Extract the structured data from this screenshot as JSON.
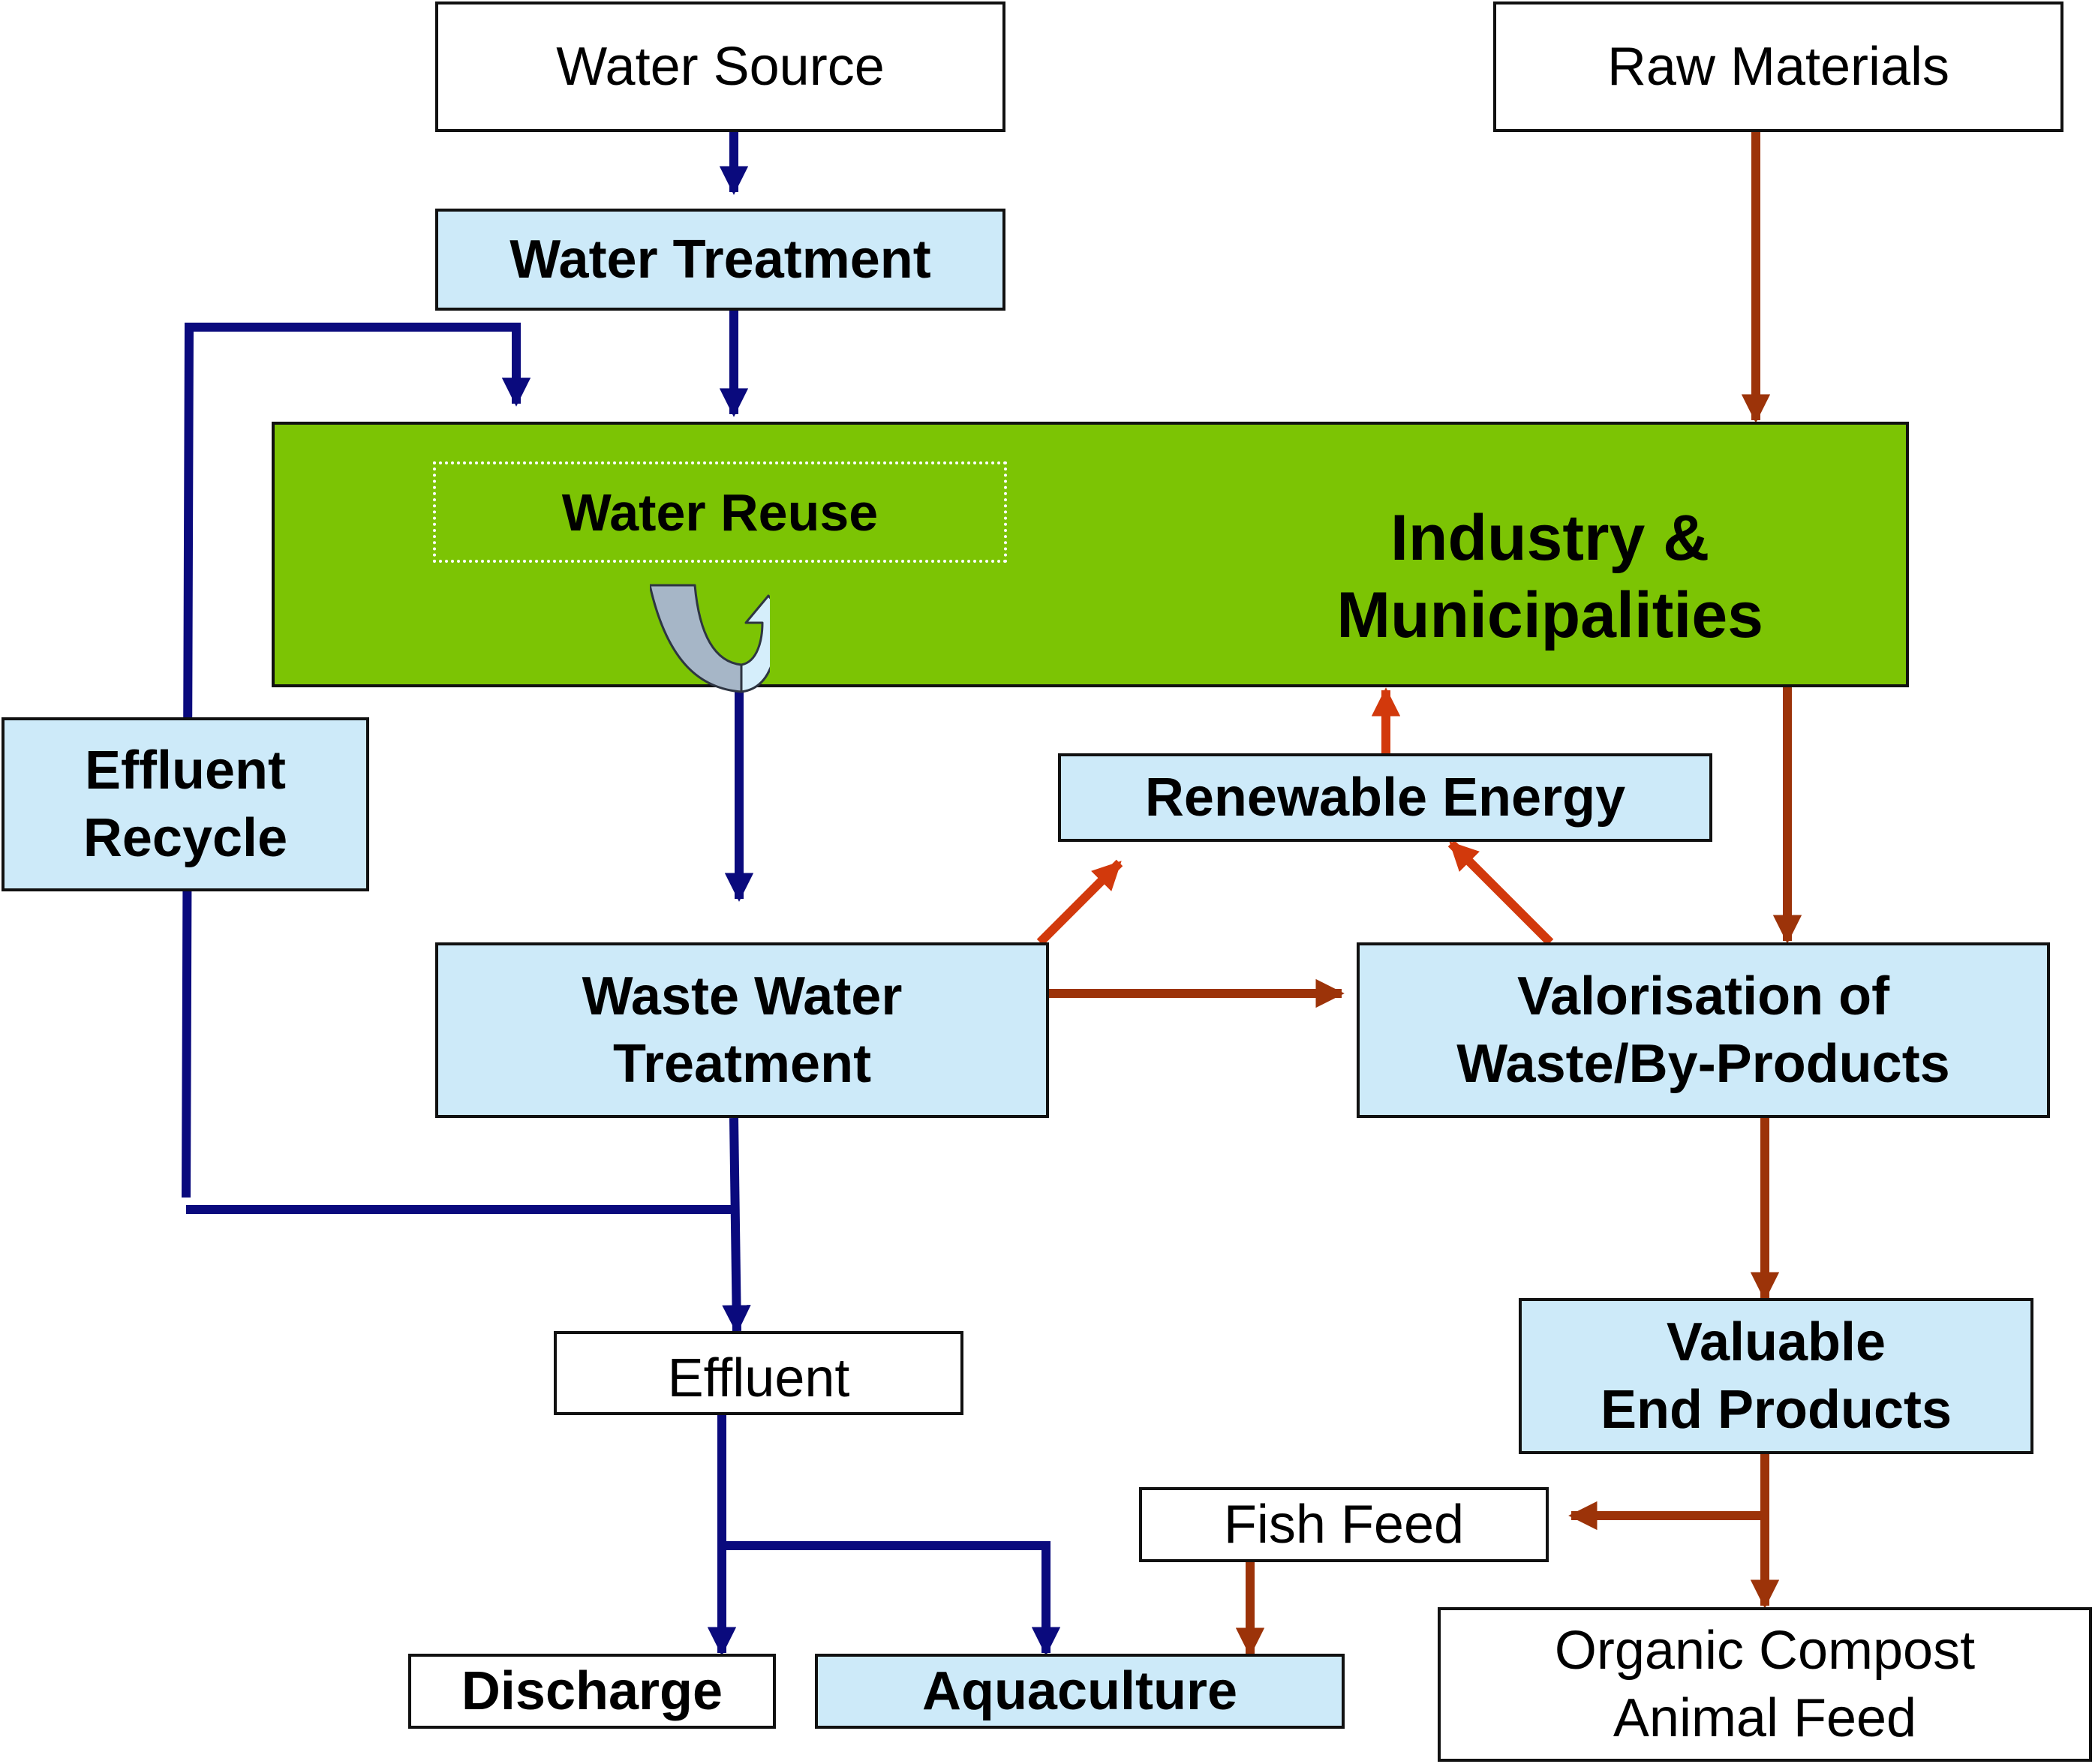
{
  "colors": {
    "water_flow": "#0a0a7d",
    "material_flow": "#9c3309",
    "energy_flow": "#d2390c",
    "box_light_blue": "#cdeaf9",
    "industry_green": "#7cc404"
  },
  "nodes": {
    "water_source": "Water Source",
    "raw_materials": "Raw Materials",
    "water_treatment": "Water Treatment",
    "water_reuse": "Water Reuse",
    "industry": {
      "line1": "Industry &",
      "line2": "Municipalities"
    },
    "effluent_recycle": {
      "line1": "Effluent",
      "line2": "Recycle"
    },
    "renewable_energy": "Renewable Energy",
    "waste_water_treatment": {
      "line1": "Waste Water",
      "line2": "Treatment"
    },
    "valorisation": {
      "line1": "Valorisation of",
      "line2": "Waste/By-Products"
    },
    "valuable_end_products": {
      "line1": "Valuable",
      "line2": "End Products"
    },
    "effluent": "Effluent",
    "fish_feed": "Fish Feed",
    "discharge": "Discharge",
    "aquaculture": "Aquaculture",
    "organic_compost": {
      "line1": "Organic Compost",
      "line2": "Animal Feed"
    }
  },
  "icons": {
    "water_reuse": "curved-recycle-arrow-icon"
  }
}
